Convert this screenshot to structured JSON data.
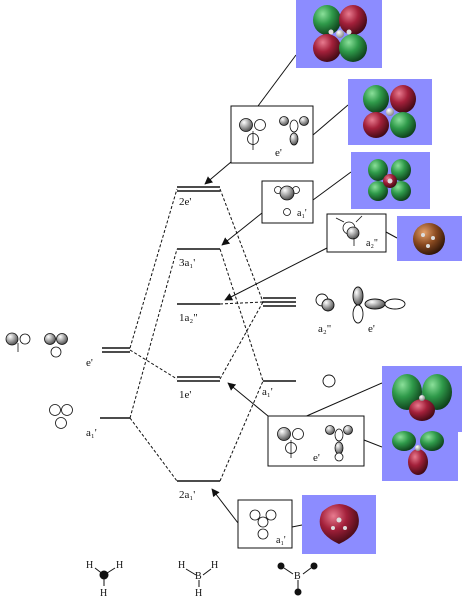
{
  "diagram": {
    "left_levels": [
      {
        "id": "e-prime-left",
        "label": "e'"
      },
      {
        "id": "a1-prime-left",
        "label": "a₁'"
      }
    ],
    "center_levels": [
      {
        "id": "2e-prime",
        "label": "2e'"
      },
      {
        "id": "3a1-prime",
        "label": "3a₁'"
      },
      {
        "id": "1a2-dprime",
        "label": "1a₂\""
      },
      {
        "id": "1e-prime",
        "label": "1e'"
      },
      {
        "id": "2a1-prime",
        "label": "2a₁'"
      }
    ],
    "right_labels": {
      "a2_dprime": "a₂\"",
      "e_prime": "e'",
      "a1_prime": "a₁'"
    },
    "box_labels": {
      "box1": "e'",
      "box2": "a₁'",
      "box3": "a₂\"",
      "box4": "e'",
      "box5": "a₁'"
    },
    "molecule_atom_labels": {
      "h1": "H",
      "h2": "H",
      "h3": "H",
      "bh3_h1": "H",
      "bh3_b": "B",
      "bh3_h2": "H",
      "bh3_h3": "H",
      "b": "B"
    },
    "colors": {
      "orbital_panel_bg": "#8c8cff",
      "lobe_green": "#2f9a4a",
      "lobe_red": "#b0223c",
      "line": "#111111"
    }
  }
}
